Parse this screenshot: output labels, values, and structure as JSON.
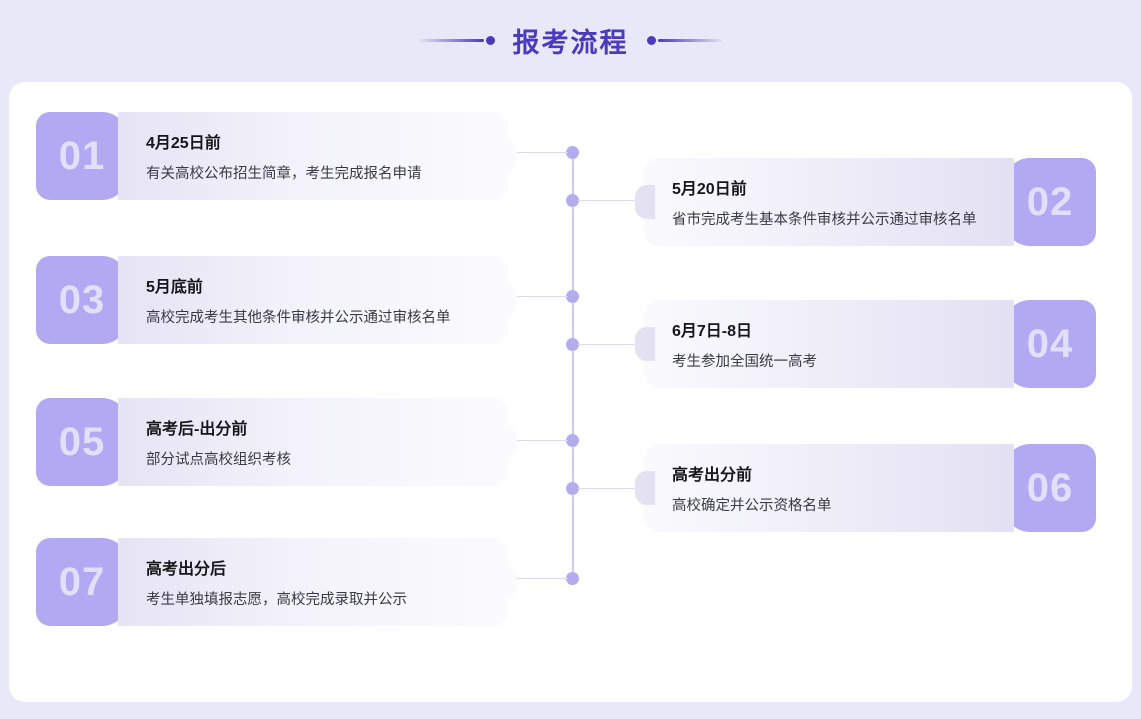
{
  "header": {
    "title": "报考流程",
    "accent_color": "#4a3bbc",
    "deco_left": "line-dot-decoration",
    "deco_right": "dot-line-decoration"
  },
  "theme": {
    "page_background": "#e8e8f8",
    "panel_background": "#ffffff",
    "badge_color": "#b3a9f3",
    "node_color": "#b5acee",
    "spine_color": "#cfc9ef"
  },
  "timeline": {
    "steps": [
      {
        "number": "01",
        "side": "left",
        "title": "4月25日前",
        "desc": "有关高校公布招生简章，考生完成报名申请"
      },
      {
        "number": "02",
        "side": "right",
        "title": "5月20日前",
        "desc": "省市完成考生基本条件审核并公示通过审核名单"
      },
      {
        "number": "03",
        "side": "left",
        "title": "5月底前",
        "desc": "高校完成考生其他条件审核并公示通过审核名单"
      },
      {
        "number": "04",
        "side": "right",
        "title": "6月7日-8日",
        "desc": "考生参加全国统一高考"
      },
      {
        "number": "05",
        "side": "left",
        "title": "高考后-出分前",
        "desc": "部分试点高校组织考核"
      },
      {
        "number": "06",
        "side": "right",
        "title": "高考出分前",
        "desc": "高校确定并公示资格名单"
      },
      {
        "number": "07",
        "side": "left",
        "title": "高考出分后",
        "desc": "考生单独填报志愿，高校完成录取并公示"
      }
    ]
  }
}
